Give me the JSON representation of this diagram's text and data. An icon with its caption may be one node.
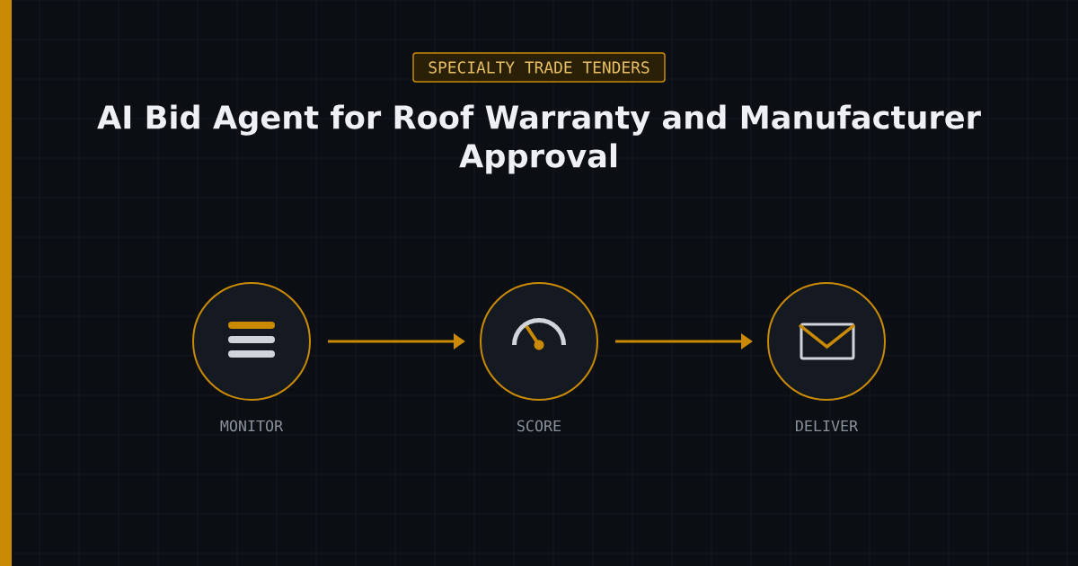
{
  "diagram": {
    "title": "AI Bid Agent for Roof Warranty and Manufacturer Approval",
    "nodes": [
      {
        "text": [
          "SPECIALTY TRADE TENDERS"
        ]
      },
      {
        "text": [
          "MONITOR"
        ]
      },
      {
        "text": [
          "SCORE"
        ]
      },
      {
        "text": [
          "DELIVER"
        ]
      }
    ],
    "edges": [
      {
        "from": 1,
        "to": 2,
        "arrow": "to"
      },
      {
        "from": 2,
        "to": 3,
        "arrow": "to"
      }
    ]
  }
}
